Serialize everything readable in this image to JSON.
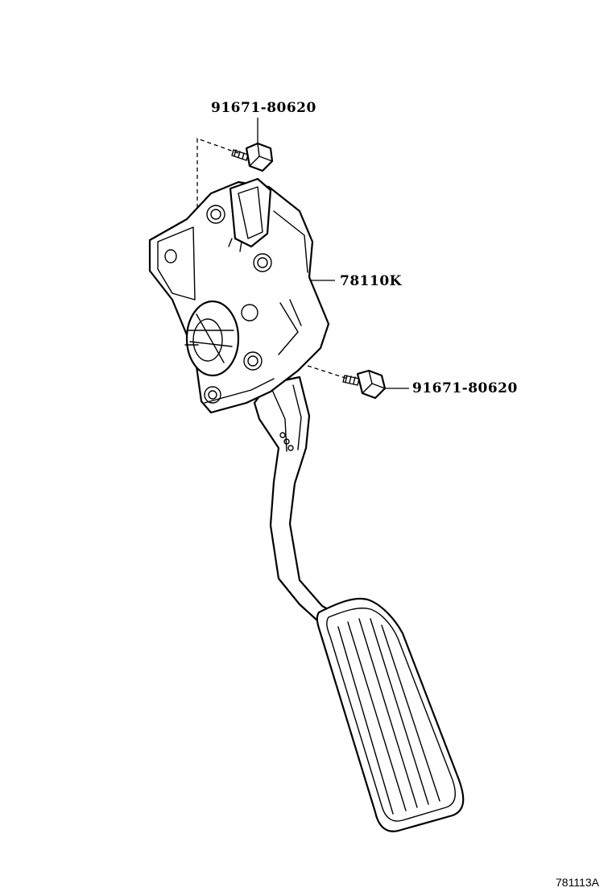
{
  "callouts": {
    "bolt_top": "91671-80620",
    "pedal_assembly": "78110K",
    "bolt_right": "91671-80620"
  },
  "figure_code": "781113A"
}
